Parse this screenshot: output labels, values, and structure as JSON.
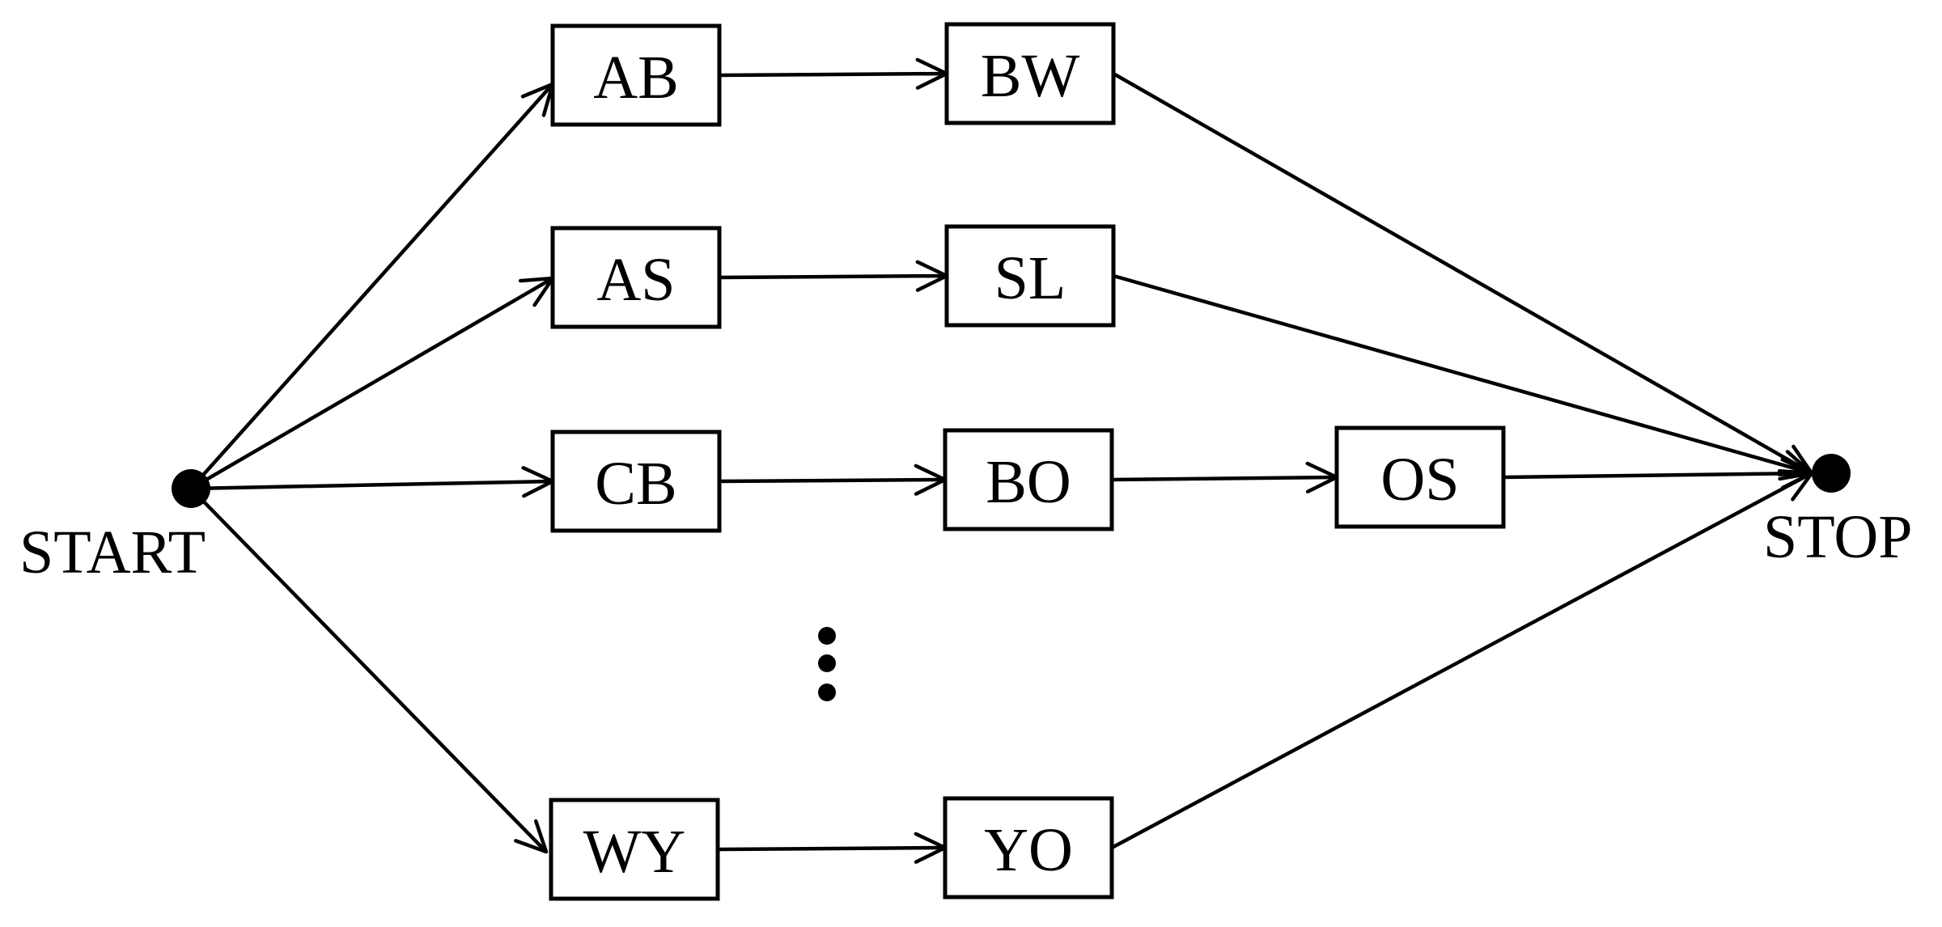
{
  "diagram": {
    "start": {
      "id": "start",
      "label": "START"
    },
    "stop": {
      "id": "stop",
      "label": "STOP"
    },
    "nodes": [
      {
        "id": "ab",
        "label": "AB"
      },
      {
        "id": "bw",
        "label": "BW"
      },
      {
        "id": "as",
        "label": "AS"
      },
      {
        "id": "sl",
        "label": "SL"
      },
      {
        "id": "cb",
        "label": "CB"
      },
      {
        "id": "bo",
        "label": "BO"
      },
      {
        "id": "os",
        "label": "OS"
      },
      {
        "id": "wy",
        "label": "WY"
      },
      {
        "id": "yo",
        "label": "YO"
      }
    ],
    "edges": [
      {
        "from": "start",
        "to": "ab",
        "arrow": true
      },
      {
        "from": "start",
        "to": "as",
        "arrow": true
      },
      {
        "from": "start",
        "to": "cb",
        "arrow": true
      },
      {
        "from": "start",
        "to": "wy",
        "arrow": true
      },
      {
        "from": "ab",
        "to": "bw",
        "arrow": true
      },
      {
        "from": "as",
        "to": "sl",
        "arrow": true
      },
      {
        "from": "cb",
        "to": "bo",
        "arrow": true
      },
      {
        "from": "bo",
        "to": "os",
        "arrow": true
      },
      {
        "from": "wy",
        "to": "yo",
        "arrow": true
      },
      {
        "from": "bw",
        "to": "stop",
        "arrow": true
      },
      {
        "from": "sl",
        "to": "stop",
        "arrow": true
      },
      {
        "from": "os",
        "to": "stop",
        "arrow": true
      },
      {
        "from": "yo",
        "to": "stop",
        "arrow": true
      }
    ],
    "ellipsis": {
      "name": "vertical-ellipsis",
      "dots": 3
    },
    "colors": {
      "stroke": "#000000",
      "background": "#ffffff"
    }
  }
}
